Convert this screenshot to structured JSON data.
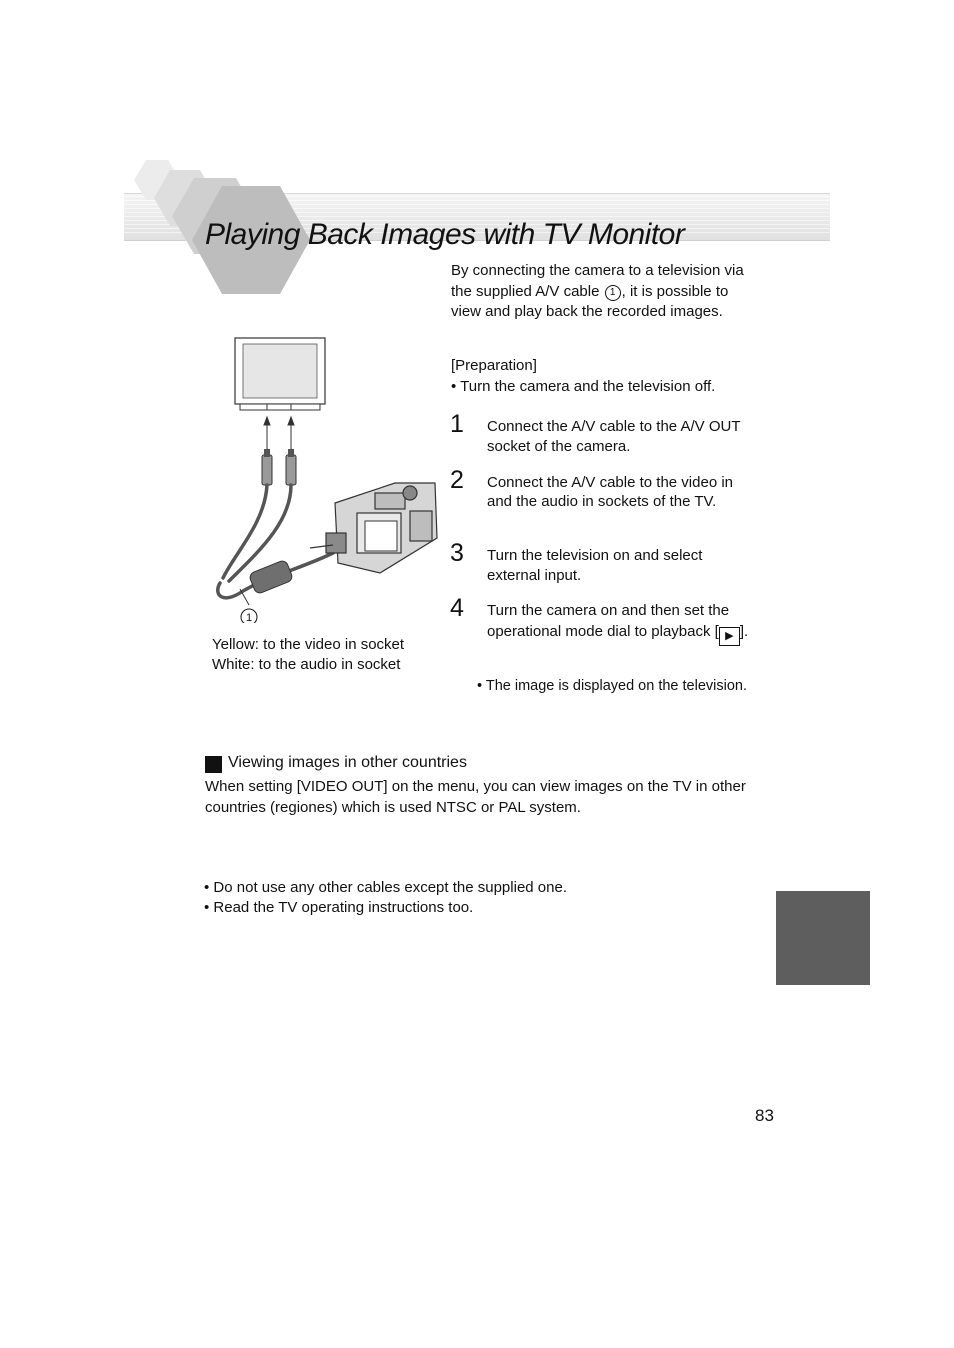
{
  "header": {
    "title": "Playing Back Images with TV Monitor"
  },
  "intro": {
    "before_marker": "By connecting the camera to a television via the supplied A/V cable ",
    "marker": "1",
    "after_marker": ", it is possible to view and play back the recorded images."
  },
  "preparation": {
    "label": "[Preparation]",
    "item": "• Turn the camera and the television off."
  },
  "steps": [
    {
      "number": "1",
      "text": "Connect the A/V cable to the A/V OUT socket of the camera."
    },
    {
      "number": "2",
      "text": "Connect the A/V cable to the video in and the audio in sockets of the TV."
    },
    {
      "number": "3",
      "text": "Turn the television on and select external input."
    },
    {
      "number": "4",
      "text_before_icon": "Turn the camera on and then set the operational mode dial to playback [",
      "icon": "play-icon",
      "text_after_icon": "]."
    }
  ],
  "step_note": "• The image is displayed on the television.",
  "diagram": {
    "marker": "1",
    "captions": [
      "Yellow: to the video in socket",
      "White: to the audio in socket"
    ]
  },
  "section": {
    "heading": "Viewing images in other countries",
    "body": "When setting [VIDEO OUT] on the menu, you can view images on the TV in other countries (regiones) which is used NTSC or PAL system."
  },
  "notes": [
    "• Do not use any other cables except the supplied one.",
    "• Read the TV operating instructions too."
  ],
  "page_number": "83",
  "colors": {
    "side_tab": "#5e5e5e",
    "text": "#111111",
    "banner": "#e6e6e6"
  }
}
